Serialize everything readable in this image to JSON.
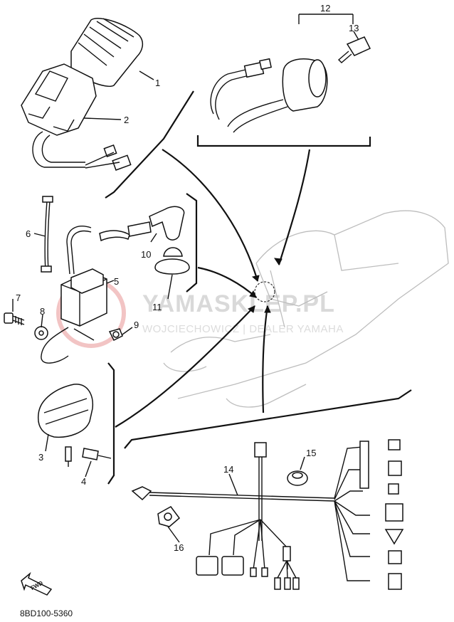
{
  "diagram": {
    "code": "8BD100-5360",
    "fwd_label": "FWD",
    "watermark": {
      "line1": "YAMASKLEP.PL",
      "line2": "WOJCIECHOWICZ | DEALER YAMAHA"
    },
    "callouts": [
      {
        "id": "1",
        "text": "1"
      },
      {
        "id": "2",
        "text": "2"
      },
      {
        "id": "3",
        "text": "3"
      },
      {
        "id": "4",
        "text": "4"
      },
      {
        "id": "5",
        "text": "5"
      },
      {
        "id": "6",
        "text": "6"
      },
      {
        "id": "7",
        "text": "7"
      },
      {
        "id": "8",
        "text": "8"
      },
      {
        "id": "9",
        "text": "9"
      },
      {
        "id": "10",
        "text": "10"
      },
      {
        "id": "11",
        "text": "11"
      },
      {
        "id": "12",
        "text": "12"
      },
      {
        "id": "13",
        "text": "13"
      },
      {
        "id": "14",
        "text": "14"
      },
      {
        "id": "15",
        "text": "15"
      },
      {
        "id": "16",
        "text": "16"
      }
    ]
  }
}
